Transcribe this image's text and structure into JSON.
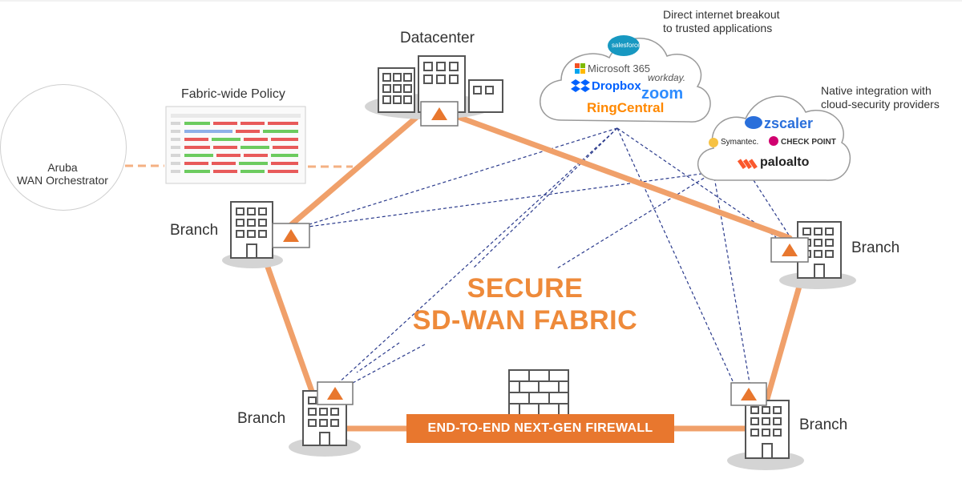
{
  "orchestrator": {
    "line1": "Aruba",
    "line2": "WAN Orchestrator"
  },
  "policy": {
    "title": "Fabric-wide Policy"
  },
  "nodes": {
    "datacenter": "Datacenter",
    "branch_left_top": "Branch",
    "branch_left_bottom": "Branch",
    "branch_right_top": "Branch",
    "branch_right_bottom": "Branch"
  },
  "fabric": {
    "line1": "SECURE",
    "line2": "SD-WAN FABRIC"
  },
  "firewall": {
    "label": "END-TO-END NEXT-GEN FIREWALL"
  },
  "saas_cloud": {
    "caption": "Direct internet breakout to trusted applications",
    "logos": [
      "salesforce",
      "Microsoft 365",
      "workday.",
      "Dropbox",
      "zoom",
      "RingCentral"
    ]
  },
  "security_cloud": {
    "caption": "Native integration with cloud-security providers",
    "logos": [
      "zscaler",
      "Symantec.",
      "CHECK POINT",
      "paloalto"
    ]
  },
  "colors": {
    "accent_orange": "#e8772e",
    "link_orange": "#f0a06a",
    "dashed_blue": "#2a3a8c",
    "building_gray": "#555555",
    "cloud_gray": "#9a9a9a"
  }
}
